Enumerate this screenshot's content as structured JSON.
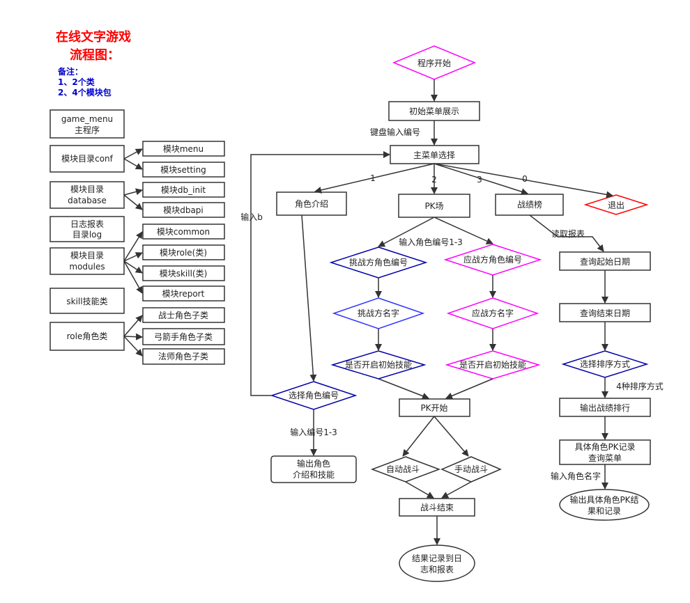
{
  "header": {
    "title_line1": "在线文字游戏",
    "title_line2": "流程图：",
    "note_title": "备注：",
    "note_1": "1、2个类",
    "note_2": "2、4个模块包"
  },
  "left_panel": {
    "game_menu": [
      "game_menu",
      "主程序"
    ],
    "conf": "模块目录conf",
    "menu": "模块menu",
    "setting": "模块setting",
    "database": [
      "模块目录",
      "database"
    ],
    "db_init": "模块db_init",
    "dbapi": "模块dbapi",
    "log": [
      "日志报表",
      "目录log"
    ],
    "modules": [
      "模块目录",
      "modules"
    ],
    "common": "模块common",
    "role_mod": "模块role(类)",
    "skill_mod": "模块skill(类)",
    "report": "模块report",
    "skill_cls": "skill技能类",
    "role_cls": "role角色类",
    "warrior": "战士角色子类",
    "archer": "弓箭手角色子类",
    "mage": "法师角色子类"
  },
  "flow": {
    "start": "程序开始",
    "init_menu": "初始菜单展示",
    "kbd_input": "键盘输入编号",
    "main_menu": "主菜单选择",
    "opt1": "1",
    "opt2": "2",
    "opt3": "3",
    "opt0": "0",
    "role_intro": "角色介绍",
    "pk": "PK场",
    "ranking": "战绩榜",
    "exit": "退出",
    "input_b": "输入b",
    "input_role_1_3": "输入角色编号1-3",
    "challenger_no": "挑战方角色编号",
    "defender_no": "应战方角色编号",
    "challenger_name": "挑战方名字",
    "defender_name": "应战方名字",
    "ch_skill": "是否开启初始技能",
    "df_skill": "是否开启初始技能",
    "select_role": "选择角色编号",
    "input_no_1_3": "输入编号1-3",
    "output_role": [
      "输出角色",
      "介绍和技能"
    ],
    "pk_start": "PK开始",
    "auto_fight": "自动战斗",
    "manual_fight": "手动战斗",
    "fight_end": "战斗结束",
    "log_result": [
      "结果记录到日",
      "志和报表"
    ],
    "read_report": "读取报表",
    "query_start": "查询起始日期",
    "query_end": "查询结束日期",
    "select_sort": "选择排序方式",
    "sort_4": "4种排序方式",
    "output_rank": "输出战绩排行",
    "pk_record_menu": [
      "具体角色PK记录",
      "查询菜单"
    ],
    "input_role_name": "输入角色名字",
    "output_pk_record": [
      "输出具体角色PK结",
      "果和记录"
    ]
  },
  "colors": {
    "stroke": "#333333",
    "start_magenta": "#ff00ff",
    "exit_red": "#ff0000",
    "diamond_blue": "#0000aa",
    "diamond_lightblue": "#3333ff",
    "title_red": "#ff0000",
    "note_blue": "#0000cc"
  }
}
